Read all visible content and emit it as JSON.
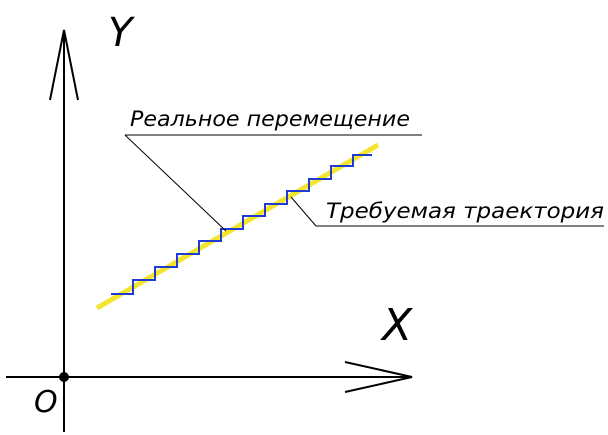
{
  "diagram": {
    "axis_y_label": "Y",
    "axis_x_label": "X",
    "origin_label": "O",
    "real_motion_label": "Реальное перемещение",
    "target_path_label": "Требуемая траектория",
    "colors": {
      "axes": "#000000",
      "target_path": "#f2e52c",
      "real_motion": "#1f3bd1",
      "leaders": "#000000"
    }
  }
}
